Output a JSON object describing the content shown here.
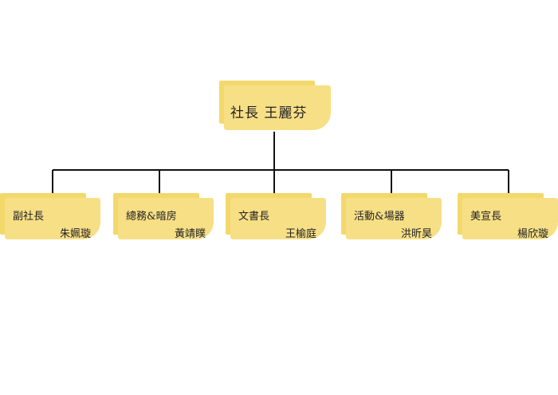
{
  "org": {
    "root": {
      "label": "社長  王麗芬"
    },
    "children": [
      {
        "role": "副社長",
        "name": "朱姵璇"
      },
      {
        "role": "總務&暗房",
        "name": "黃靖瞨"
      },
      {
        "role": "文書長",
        "name": "王榆庭"
      },
      {
        "role": "活動&場器",
        "name": "洪昕昊"
      },
      {
        "role": "美宣長",
        "name": "楊欣璇"
      }
    ]
  },
  "colors": {
    "card": "#f7df86",
    "card_shadow": "#f3d86b",
    "connector": "#111111"
  }
}
